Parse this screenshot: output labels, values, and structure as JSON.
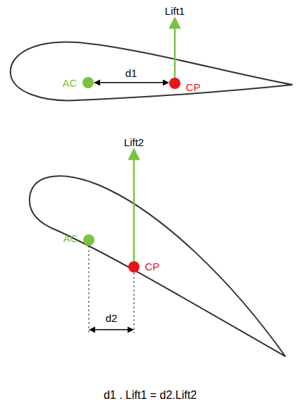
{
  "diagram": {
    "labels": [
      "Lift1",
      "AC",
      "d1",
      "CP",
      "Lift2",
      "AC",
      "CP",
      "d2",
      "d1 . Lift1 = d2.Lift2"
    ]
  }
}
